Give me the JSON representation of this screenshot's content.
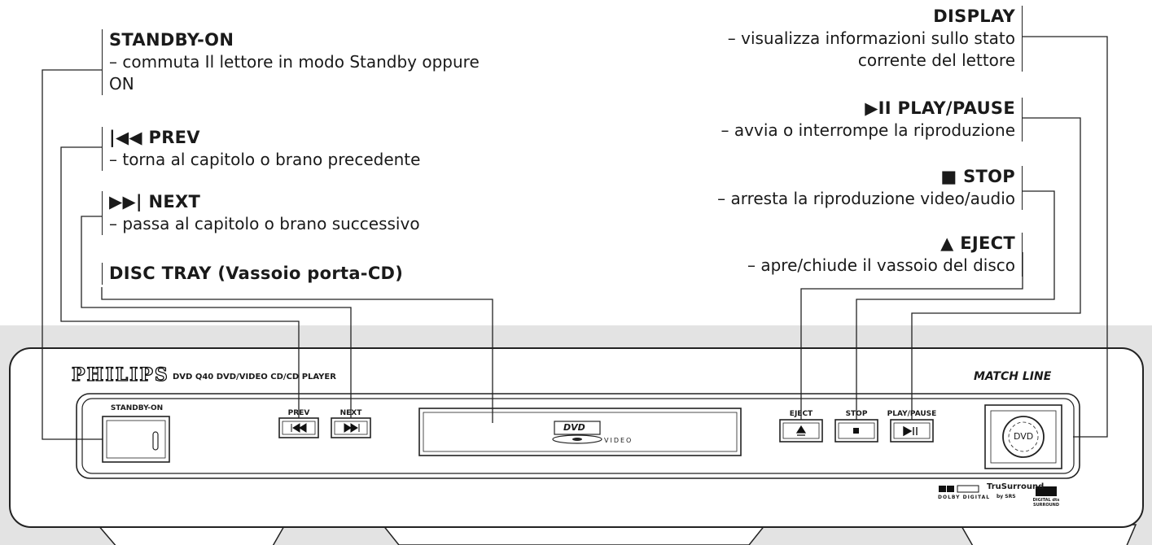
{
  "callouts": {
    "standby": {
      "title": "STANDBY-ON",
      "desc": [
        "– commuta Il lettore in modo Standby oppure",
        "ON"
      ]
    },
    "prev": {
      "title": "PREV",
      "glyph": "|◀◀",
      "desc": [
        "– torna al capitolo o brano precedente"
      ]
    },
    "next": {
      "title": "NEXT",
      "glyph": "▶▶|",
      "desc": [
        "– passa al capitolo o brano successivo"
      ]
    },
    "tray": {
      "title": "DISC TRAY (Vassoio porta-CD)"
    },
    "display": {
      "title": "DISPLAY",
      "desc": [
        "– visualizza informazioni sullo stato",
        "corrente del lettore"
      ]
    },
    "playpause": {
      "title": "PLAY/PAUSE",
      "glyph": "▶II",
      "desc": [
        "– avvia o interrompe la riproduzione"
      ]
    },
    "stop": {
      "title": "STOP",
      "glyph": "■",
      "desc": [
        "– arresta la riproduzione video/audio"
      ]
    },
    "eject": {
      "title": "EJECT",
      "glyph": "▲",
      "desc": [
        "– apre/chiude il vassoio del disco"
      ]
    }
  },
  "player": {
    "brand": "PHILIPS",
    "model": "DVD Q40 DVD/VIDEO CD/CD PLAYER",
    "matchline": "MATCH LINE",
    "buttons": {
      "standby": "STANDBY-ON",
      "prev": "PREV",
      "next": "NEXT",
      "eject": "EJECT",
      "stop": "STOP",
      "playpause": "PLAY/PAUSE"
    },
    "dvd_logo": "DVD",
    "dvd_video": "VIDEO",
    "display_logo": "DVD",
    "dolby": "DOLBY DIGITAL",
    "trusurround": "TruSurround",
    "srs": "by SRS",
    "dts": "DIGITAL dts SURROUND"
  },
  "colors": {
    "line": "#222222",
    "backdrop": "#e3e3e3",
    "body": "#ffffff"
  }
}
